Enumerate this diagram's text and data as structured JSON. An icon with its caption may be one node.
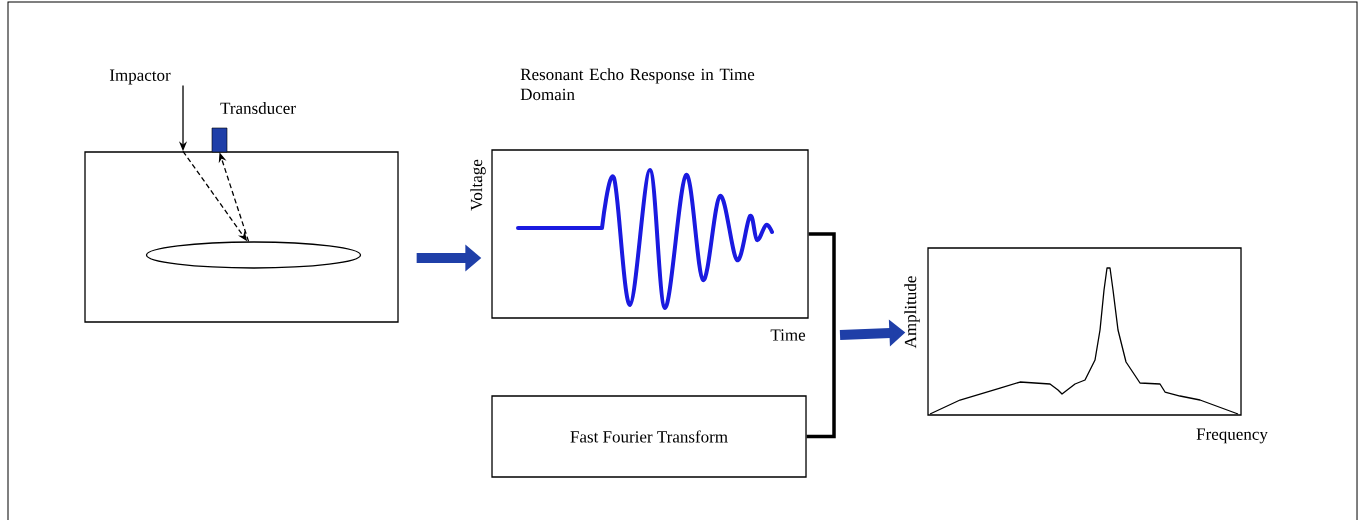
{
  "diagram": {
    "nodes": [
      {
        "text": [
          "Impactor"
        ]
      },
      {
        "text": [],
        "shape": "box"
      },
      {
        "text": [],
        "shape": "ellipse",
        "in": 1
      },
      {
        "text": [
          "Transducer"
        ]
      },
      {
        "text": [
          "Resonant Echo Response in Time Domain"
        ],
        "beside": [
          "Voltage",
          "Time"
        ]
      },
      {
        "text": [
          "Fast Fourier Transform"
        ]
      },
      {
        "text": [],
        "shape": "box",
        "beside": [
          "Amplitude",
          "Frequency"
        ]
      }
    ],
    "edges": [
      {
        "from": 0,
        "to": 1,
        "arrow": "to"
      },
      {
        "from": 1,
        "to": 2,
        "arrow": "to",
        "style": "dashed"
      },
      {
        "from": 2,
        "to": 3,
        "arrow": "to",
        "style": "dashed"
      },
      {
        "from": 1,
        "to": 4,
        "arrow": "to",
        "style": "thick",
        "color": "#1f3fa8"
      },
      {
        "from": 4,
        "to": 5,
        "arrow": "none",
        "style": "thick"
      },
      {
        "from": null,
        "to": 6,
        "arrow": "to",
        "style": "thick",
        "color": "#1f3fa8"
      }
    ]
  }
}
